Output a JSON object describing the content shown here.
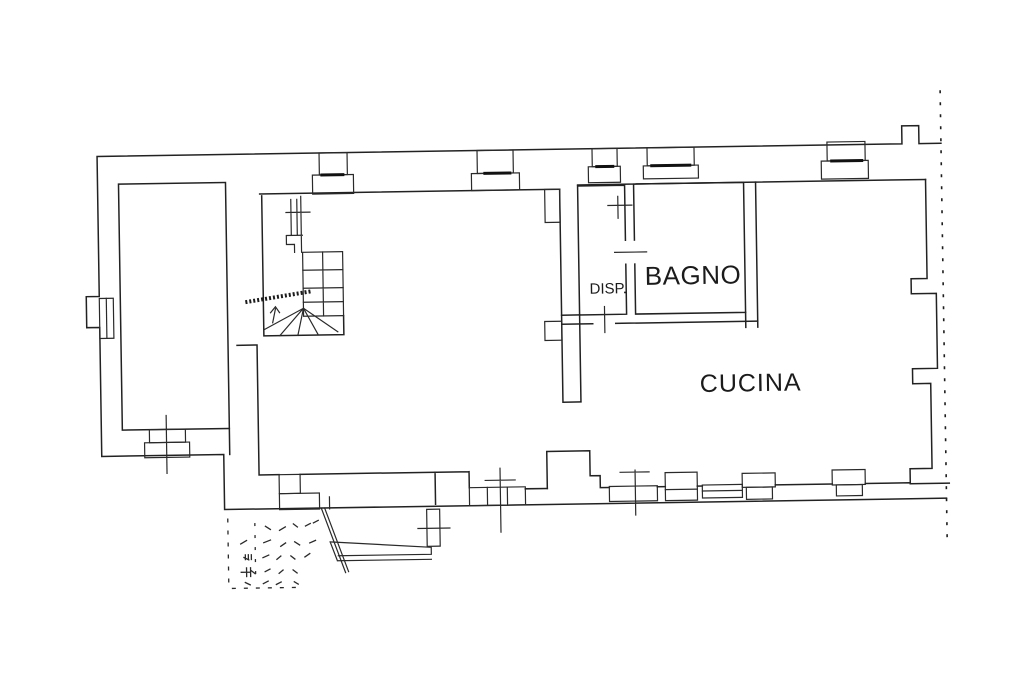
{
  "document": {
    "type": "floor-plan",
    "background_color": "#ffffff",
    "line_color": "#222222",
    "label_color": "#1b1b1b"
  },
  "rooms": {
    "disp": {
      "label": "DISP."
    },
    "bagno": {
      "label": "BAGNO"
    },
    "cucina": {
      "label": "CUCINA"
    }
  },
  "annotations": {
    "property_boundary": "dashed-vertical-line-right",
    "stair_direction": "up-arrow",
    "sketch_area": "dashed-marks-bottom-left"
  }
}
